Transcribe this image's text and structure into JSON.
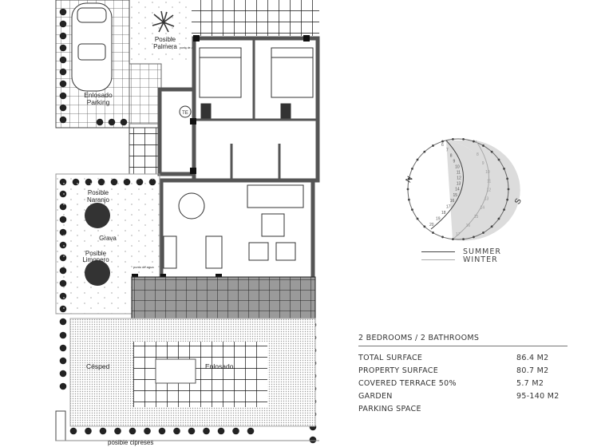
{
  "plan": {
    "labels": {
      "parking": [
        "Enlosado",
        "Parking"
      ],
      "palm": [
        "Posible",
        "Palmera"
      ],
      "water_point_top": "punto de agua",
      "te": "TE",
      "orange": [
        "Posible",
        "Naranjo"
      ],
      "gravel": "Grava",
      "lemon": [
        "Posible",
        "Limonero"
      ],
      "water_point": "punto de agua",
      "lawn": "Césped",
      "paving": "Enlosado",
      "cypress": "posible cipreses"
    }
  },
  "sun_chart": {
    "north": "N",
    "south": "S",
    "summer_hours": [
      "6",
      "7",
      "8",
      "9",
      "10",
      "11",
      "12",
      "13",
      "14",
      "15",
      "16",
      "17",
      "18",
      "19",
      "20"
    ],
    "winter_hours": [
      "8",
      "9",
      "10",
      "11",
      "12",
      "13",
      "14",
      "15",
      "16",
      "17"
    ],
    "legend": {
      "summer": "SUMMER",
      "winter": "WINTER"
    },
    "colors": {
      "summer": "#444444",
      "winter": "#aaaaaa",
      "shade": "#dcdcdc"
    }
  },
  "summary": {
    "header": "2 BEDROOMS / 2 BATHROOMS",
    "rows": [
      {
        "label": "TOTAL SURFACE",
        "value": "86.4 M2"
      },
      {
        "label": "PROPERTY SURFACE",
        "value": "80.7 M2"
      },
      {
        "label": "COVERED TERRACE  50%",
        "value": "5.7 M2"
      },
      {
        "label": "GARDEN",
        "value": "95-140 M2"
      },
      {
        "label": "PARKING SPACE",
        "value": ""
      }
    ]
  }
}
